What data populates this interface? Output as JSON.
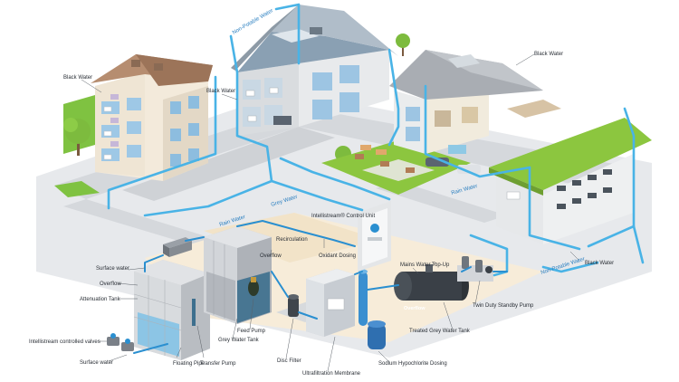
{
  "labels": {
    "black_water_1": "Black Water",
    "black_water_2": "Black Water",
    "black_water_3": "Black Water",
    "black_water_4": "Black Water",
    "non_potable_water_1": "Non-Potable Water",
    "non_potable_water_2": "Non-Potable Water",
    "rain_water_1": "Rain Water",
    "rain_water_2": "Rain Water",
    "grey_water": "Grey Water",
    "watersaver_unit": "Intellistream® Control Unit",
    "recirculation": "Recirculation",
    "surface_water_top": "Surface water",
    "overflow_left": "Overflow",
    "attenuation_tank": "Attenuation Tank",
    "overflow_mid": "Overflow",
    "oxidant_dosing": "Oxidant Dosing",
    "mains_water_topup": "Mains Water Top-Up",
    "twin_duty_pump": "Twin Duty Standby Pump",
    "overflow_tank": "Overflow",
    "treated_grey_water_tank": "Treated Grey Water Tank",
    "feed_pump": "Feed Pump",
    "grey_water_tank": "Grey Water Tank",
    "disc_filter": "Disc Filter",
    "sodium_hypochlorite_dosing": "Sodium Hypochlorite Dosing",
    "ultrafiltration_membrane": "Ultrafiltration Membrane",
    "controlled_valves": "Intellistream controlled valves",
    "surface_water_bottom": "Surface water",
    "floating_pipe": "Floating Pipe",
    "transfer_pump": "Transfer Pump"
  },
  "colors": {
    "pipe": "#49b3e6",
    "pipe_dark": "#2a8fd0",
    "ground": "#e3e5e8",
    "grass": "#8cc63f",
    "roof_grey": "#a9adb3",
    "roof_brown": "#b08a6e",
    "tank_grey": "#c9ccd0",
    "facade": "#f1ece3"
  }
}
